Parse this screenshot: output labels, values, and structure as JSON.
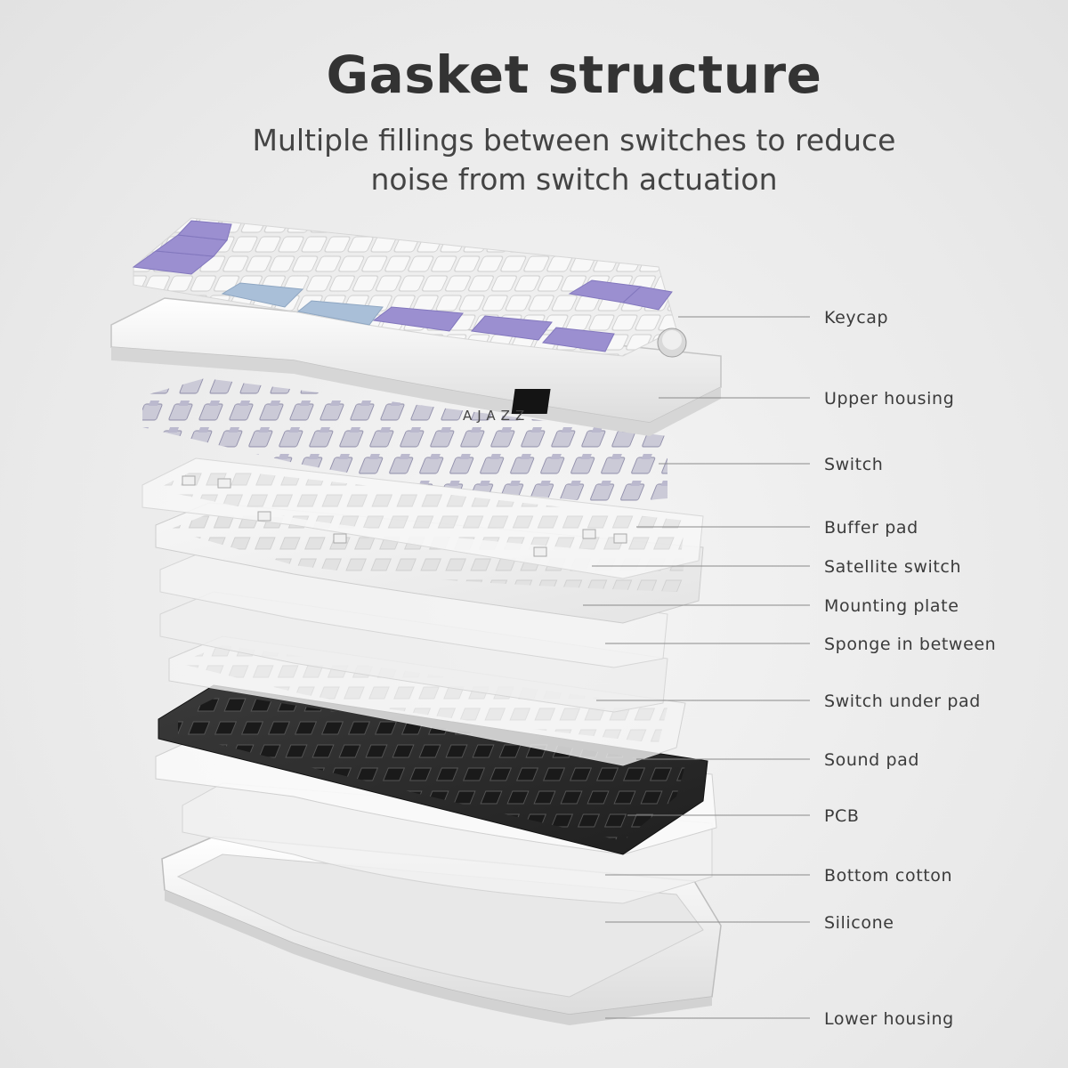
{
  "header": {
    "title": "Gasket structure",
    "subtitle_line1": "Multiple fillings between switches to reduce",
    "subtitle_line2": "noise from switch actuation"
  },
  "brand": "AJAZZ",
  "layers": [
    {
      "id": "keycap",
      "label": "Keycap"
    },
    {
      "id": "upper-housing",
      "label": "Upper housing"
    },
    {
      "id": "switch",
      "label": "Switch"
    },
    {
      "id": "buffer-pad",
      "label": "Buffer pad"
    },
    {
      "id": "satellite-switch",
      "label": "Satellite switch"
    },
    {
      "id": "mounting-plate",
      "label": "Mounting plate"
    },
    {
      "id": "sponge-in-between",
      "label": "Sponge in between"
    },
    {
      "id": "switch-under-pad",
      "label": "Switch under pad"
    },
    {
      "id": "sound-pad",
      "label": "Sound pad"
    },
    {
      "id": "pcb",
      "label": "PCB"
    },
    {
      "id": "bottom-cotton",
      "label": "Bottom cotton"
    },
    {
      "id": "silicone",
      "label": "Silicone"
    },
    {
      "id": "lower-housing",
      "label": "Lower housing"
    }
  ],
  "colors": {
    "keycap_purple": "#9b8fd0",
    "keycap_blue": "#a9bfd8",
    "pcb_black": "#2b2b2b",
    "leader_line": "#8a8a8a"
  }
}
